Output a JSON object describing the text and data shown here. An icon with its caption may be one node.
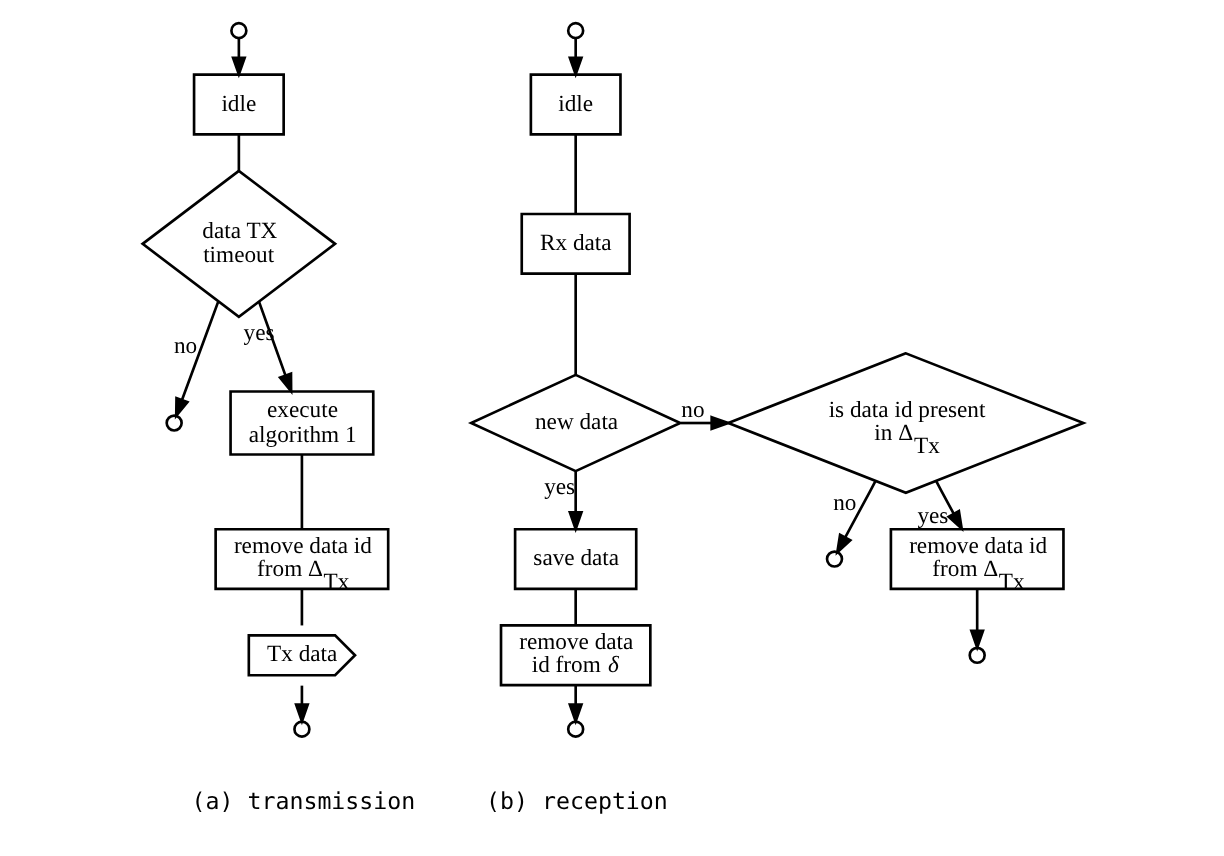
{
  "diagram": {
    "nodes": [
      {
        "text": [],
        "shape": "circle"
      },
      {
        "text": [
          "idle"
        ]
      },
      {
        "text": [
          "data TX timeout"
        ]
      },
      {
        "text": [],
        "shape": "circle"
      },
      {
        "text": [
          "execute algorithm 1"
        ]
      },
      {
        "text": [
          "remove data id from Δ$_{Tx}$"
        ]
      },
      {
        "text": [
          "Tx data"
        ]
      },
      {
        "text": [],
        "shape": "circle"
      },
      {
        "text": [],
        "shape": "circle"
      },
      {
        "text": [
          "idle"
        ]
      },
      {
        "text": [
          "Rx data"
        ]
      },
      {
        "text": [
          "new data"
        ]
      },
      {
        "text": [
          "is data id present in Δ$_{Tx}$"
        ]
      },
      {
        "text": [],
        "shape": "circle"
      },
      {
        "text": [
          "save data"
        ]
      },
      {
        "text": [
          "remove data id from *δ*"
        ]
      },
      {
        "text": [],
        "shape": "circle"
      },
      {
        "text": [
          "remove data id from Δ$_{Tx}$"
        ]
      },
      {
        "text": [],
        "shape": "circle"
      }
    ],
    "edges": [
      {
        "from": 0,
        "to": 1,
        "arrow": "to"
      },
      {
        "from": 1,
        "to": 2,
        "arrow": "none"
      },
      {
        "from": 2,
        "to": 3,
        "arrow": "to",
        "label": "no"
      },
      {
        "from": 2,
        "to": 4,
        "arrow": "to",
        "label": "yes"
      },
      {
        "from": 4,
        "to": 5,
        "arrow": "none"
      },
      {
        "from": 5,
        "to": 6,
        "arrow": "none"
      },
      {
        "from": 6,
        "to": 7,
        "arrow": "to"
      },
      {
        "from": 8,
        "to": 9,
        "arrow": "to"
      },
      {
        "from": 9,
        "to": 10,
        "arrow": "none"
      },
      {
        "from": 10,
        "to": 11,
        "arrow": "none"
      },
      {
        "from": 11,
        "to": 12,
        "arrow": "to",
        "label": "no"
      },
      {
        "from": 11,
        "to": 14,
        "arrow": "to",
        "label": "yes"
      },
      {
        "from": 14,
        "to": 15,
        "arrow": "none"
      },
      {
        "from": 15,
        "to": 16,
        "arrow": "to"
      },
      {
        "from": 12,
        "to": 13,
        "arrow": "to",
        "label": "no"
      },
      {
        "from": 12,
        "to": 17,
        "arrow": "to",
        "label": "yes"
      },
      {
        "from": 17,
        "to": 18,
        "arrow": "to"
      }
    ],
    "labels": [
      "(a) transmission",
      "(b) reception"
    ]
  }
}
